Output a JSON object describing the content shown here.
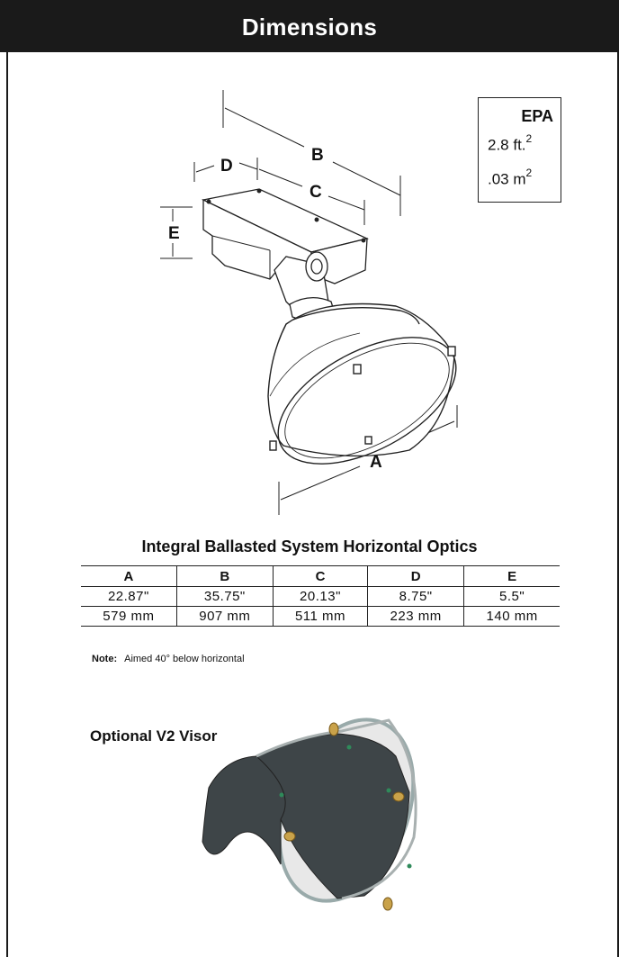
{
  "header": {
    "title": "Dimensions"
  },
  "drawing": {
    "labels": {
      "A": "A",
      "B": "B",
      "C": "C",
      "D": "D",
      "E": "E"
    }
  },
  "epa": {
    "title": "EPA",
    "imperial_value": "2.8 ft.",
    "imperial_exp": "2",
    "metric_value": ".03 m",
    "metric_exp": "2"
  },
  "table": {
    "title": "Integral Ballasted System Horizontal Optics",
    "headers": [
      "A",
      "B",
      "C",
      "D",
      "E"
    ],
    "rows": [
      [
        "22.87\"",
        "35.75\"",
        "20.13\"",
        "8.75\"",
        "5.5\""
      ],
      [
        "579 mm",
        "907 mm",
        "511 mm",
        "223 mm",
        "140 mm"
      ]
    ]
  },
  "note": {
    "label": "Note:",
    "text": "Aimed 40° below horizontal"
  },
  "visor": {
    "title": "Optional V2 Visor"
  },
  "colors": {
    "header_bg": "#1a1a1a",
    "visor_fill": "#3e4548",
    "hardware": "#c9a24a"
  }
}
